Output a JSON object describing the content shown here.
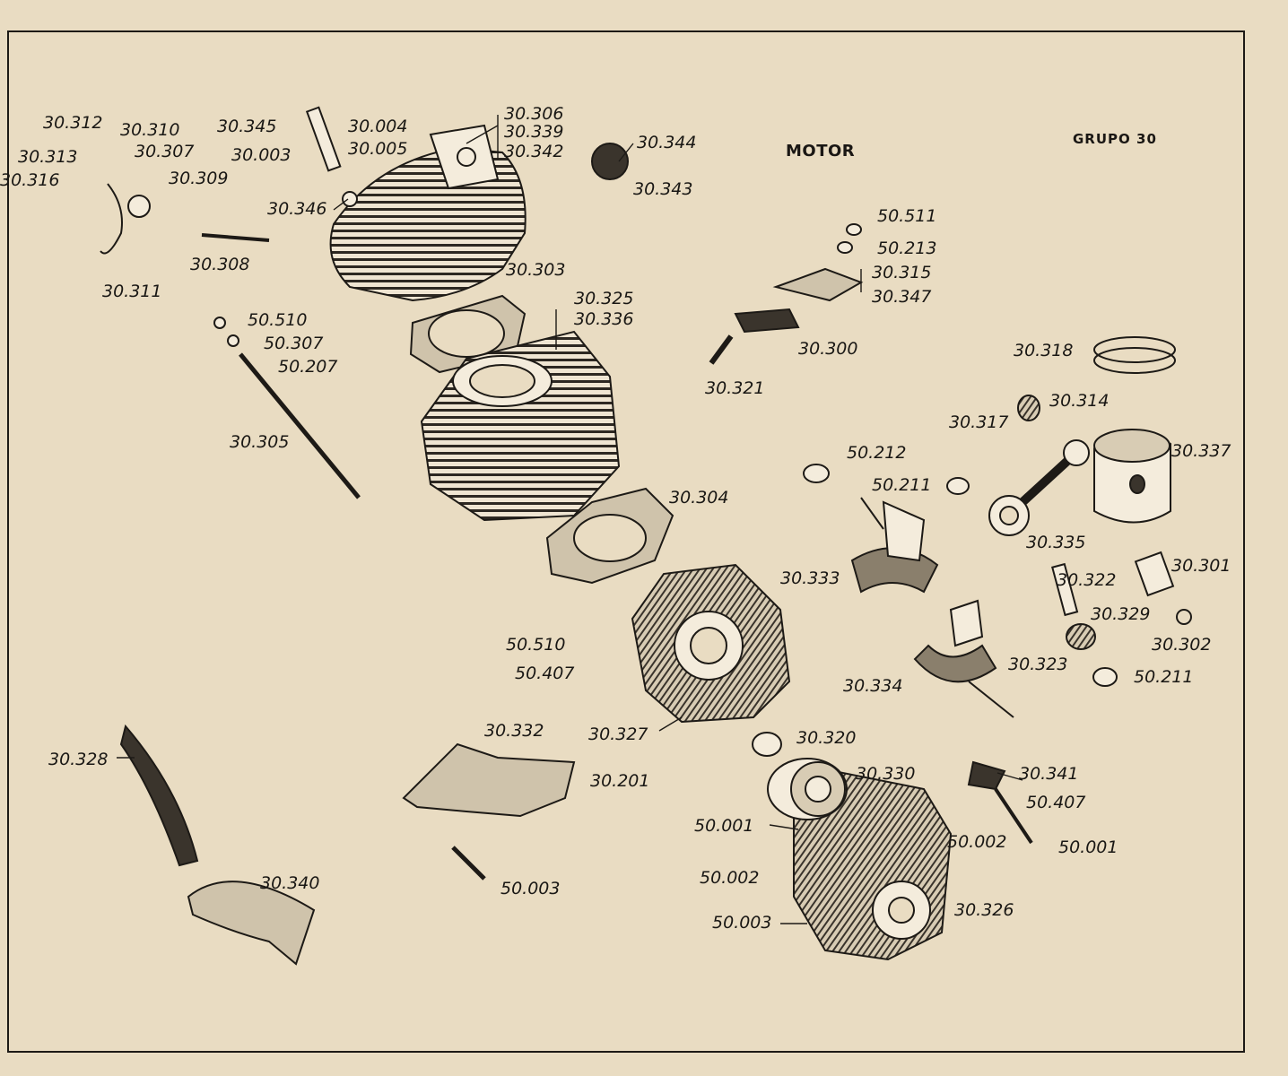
{
  "header": {
    "title": "MOTOR",
    "group": "GRUPO 30"
  },
  "labels": [
    "30.312",
    "30.310",
    "30.307",
    "30.313",
    "30.316",
    "30.309",
    "30.311",
    "30.308",
    "30.345",
    "30.004",
    "30.003",
    "30.005",
    "30.346",
    "30.306",
    "30.339",
    "30.342",
    "30.344",
    "30.343",
    "30.303",
    "30.325",
    "30.336",
    "50.510",
    "50.307",
    "50.207",
    "30.305",
    "50.511",
    "50.213",
    "30.315",
    "30.347",
    "30.300",
    "30.321",
    "30.318",
    "30.314",
    "30.317",
    "30.337",
    "50.212",
    "50.211",
    "30.335",
    "30.333",
    "30.322",
    "30.301",
    "30.329",
    "30.302",
    "30.323",
    "50.211",
    "30.334",
    "30.304",
    "50.510",
    "50.407",
    "30.327",
    "30.332",
    "30.201",
    "50.003",
    "30.320",
    "30.330",
    "30.341",
    "50.407",
    "50.001",
    "50.002",
    "50.001",
    "50.002",
    "50.003",
    "30.326",
    "30.328",
    "30.340"
  ],
  "colors": {
    "paper": "#e9dcc2",
    "ink": "#1d1a16",
    "fill_light": "#f4ecdc",
    "fill_mid": "#a59a86",
    "fill_dark": "#3a342c"
  },
  "icons": [
    "cylinder-head-icon",
    "cylinder-icon",
    "piston-icon",
    "connecting-rod-icon",
    "crankshaft-icon",
    "crankcase-icon",
    "spark-plug-icon",
    "gasket-icon",
    "stud-bolt-icon",
    "bearing-icon",
    "engine-mount-icon"
  ]
}
